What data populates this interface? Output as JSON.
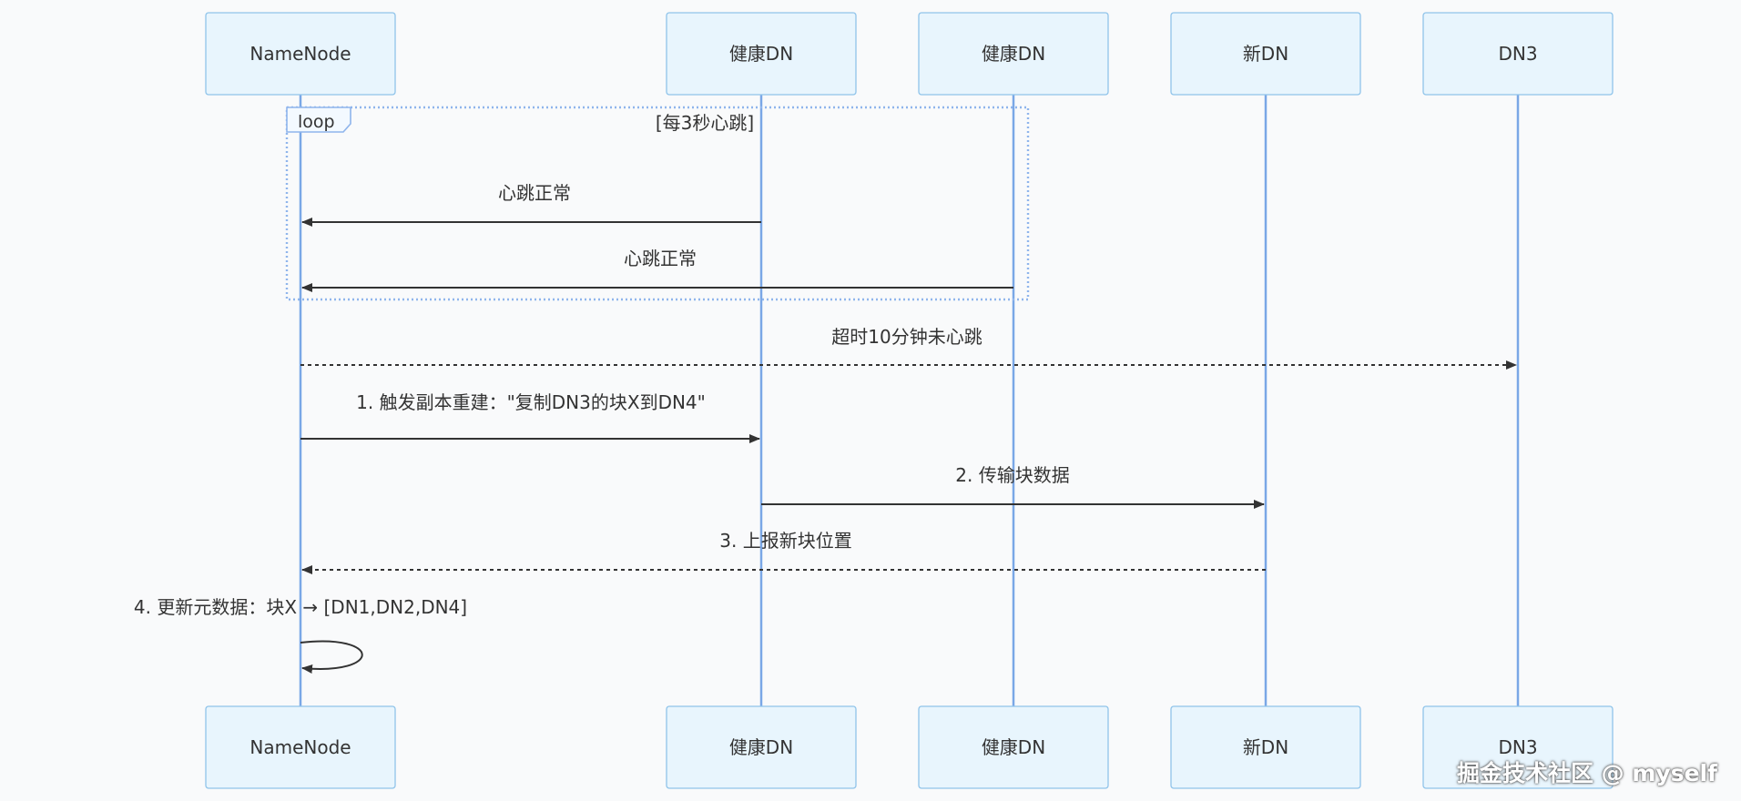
{
  "participants": [
    {
      "id": "namenode",
      "label": "NameNode"
    },
    {
      "id": "dn_healthy_1",
      "label": "健康DN"
    },
    {
      "id": "dn_healthy_2",
      "label": "健康DN"
    },
    {
      "id": "dn_new",
      "label": "新DN"
    },
    {
      "id": "dn3",
      "label": "DN3"
    }
  ],
  "loop": {
    "tag": "loop",
    "condition": "[每3秒心跳]"
  },
  "messages": [
    {
      "from": "dn_healthy_1",
      "to": "namenode",
      "style": "solid",
      "label": "心跳正常"
    },
    {
      "from": "dn_healthy_2",
      "to": "namenode",
      "style": "solid",
      "label": "心跳正常"
    },
    {
      "from": "namenode",
      "to": "dn3",
      "style": "dashed",
      "label": "超时10分钟未心跳"
    },
    {
      "from": "namenode",
      "to": "dn_healthy_1",
      "style": "solid",
      "label": "1. 触发副本重建：\"复制DN3的块X到DN4\""
    },
    {
      "from": "dn_healthy_1",
      "to": "dn_new",
      "style": "solid",
      "label": "2. 传输块数据"
    },
    {
      "from": "dn_new",
      "to": "namenode",
      "style": "dashed",
      "label": "3. 上报新块位置"
    },
    {
      "from": "namenode",
      "to": "namenode",
      "style": "self",
      "label": "4. 更新元数据：块X → [DN1,DN2,DN4]"
    }
  ],
  "watermark": "掘金技术社区 @ myself",
  "colors": {
    "lifeline": "#7aa7e6",
    "actor_fill": "#e8f5fd",
    "actor_border": "#90c4ea",
    "arrow": "#333333"
  }
}
